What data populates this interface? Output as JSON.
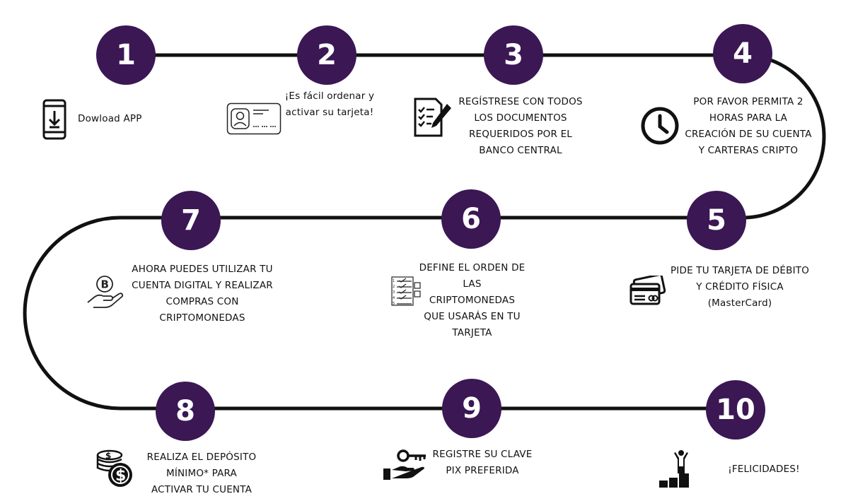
{
  "colors": {
    "circle": "#3b1754",
    "line": "#111111",
    "number": "#ffffff"
  },
  "steps": [
    {
      "number": "1",
      "icon": "phone-download-icon",
      "lines": [
        "Dowload APP"
      ]
    },
    {
      "number": "2",
      "icon": "id-card-icon",
      "lines": [
        "¡Es fácil ordenar y",
        "activar su tarjeta!"
      ]
    },
    {
      "number": "3",
      "icon": "checklist-pen-icon",
      "lines": [
        "REGÍSTRESE CON TODOS",
        "LOS DOCUMENTOS",
        "REQUERIDOS POR EL",
        "BANCO CENTRAL"
      ]
    },
    {
      "number": "4",
      "icon": "clock-icon",
      "lines": [
        "POR FAVOR PERMITA 2",
        "HORAS PARA LA",
        "CREACIÓN DE SU CUENTA",
        "Y CARTERAS CRIPTO"
      ]
    },
    {
      "number": "5",
      "icon": "credit-card-icon",
      "lines": [
        "PIDE TU TARJETA DE DÉBITO",
        "Y CRÉDITO FÍSICA",
        "(MasterCard)"
      ]
    },
    {
      "number": "6",
      "icon": "numbered-list-icon",
      "lines": [
        "DEFINE EL ORDEN DE",
        "LAS",
        "CRIPTOMONEDAS",
        "QUE USARÁS EN TU",
        "TARJETA"
      ]
    },
    {
      "number": "7",
      "icon": "hand-bitcoin-icon",
      "lines": [
        "AHORA PUEDES UTILIZAR TU",
        "CUENTA DIGITAL Y REALIZAR",
        "COMPRAS CON",
        "CRIPTOMONEDAS"
      ]
    },
    {
      "number": "8",
      "icon": "coins-dollar-icon",
      "lines": [
        "REALIZA EL DEPÓSITO",
        "MÍNIMO* PARA",
        "ACTIVAR TU CUENTA"
      ]
    },
    {
      "number": "9",
      "icon": "hand-key-icon",
      "lines": [
        "REGISTRE SU CLAVE",
        "PIX PREFERIDA"
      ]
    },
    {
      "number": "10",
      "icon": "podium-winner-icon",
      "lines": [
        "¡FELICIDADES!"
      ]
    }
  ]
}
